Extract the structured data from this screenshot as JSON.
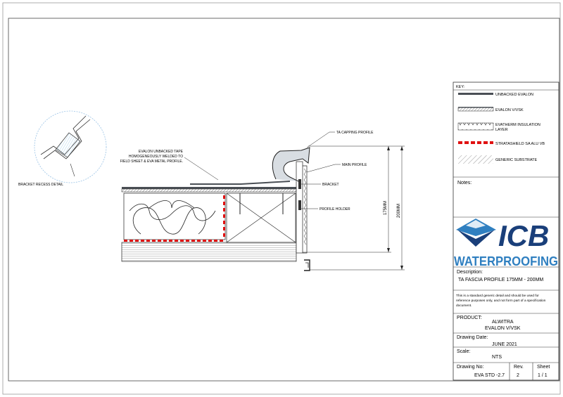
{
  "key": {
    "title": "KEY:",
    "items": [
      {
        "label": "UNBACKED EVALON"
      },
      {
        "label": "EVALON V/VSK"
      },
      {
        "label": "EVATHERM INSULATION",
        "label2": "LAYER"
      },
      {
        "label": "STRATASHIELD SA ALU VB"
      },
      {
        "label": "GENERIC SUBSTRATE"
      }
    ]
  },
  "notes_label": "Notes:",
  "logo": {
    "text": "ICB",
    "subtitle": "WATERPROOFING"
  },
  "description": {
    "label": "Description:",
    "value": "TA FASCIA PROFILE 175MM - 200MM"
  },
  "disclaimer": {
    "line1": "This is a standard generic detail and should be used for",
    "line2": "reference purposes only, and not form part of a specification",
    "line3": "document."
  },
  "product": {
    "label": "PRODUCT:",
    "line1": "ALWITRA",
    "line2": "EVALON V/VSK"
  },
  "drawing_date": {
    "label": "Drawing Date:",
    "value": "JUNE 2021"
  },
  "scale": {
    "label": "Scale:",
    "value": "NTS"
  },
  "drawing_no": {
    "label": "Drawing No:",
    "value": "EVA STD -2.7"
  },
  "rev": {
    "label": "Rev.",
    "value": "2"
  },
  "sheet": {
    "label": "Sheet",
    "value": "1 / 1"
  },
  "annotations": {
    "ta_capping": "TA CAPPING PROFILE",
    "main_profile": "MAIN PROFILE",
    "bracket": "BRACKET",
    "profile_holder": "PROFILE HOLDER",
    "tape_line1": "EVALON UNBACKED TAPE",
    "tape_line2": "HOMOGENEOUSLY WELDED TO",
    "tape_line3": "FIELD SHEET & EVA METAL PROFILE.",
    "recess": "BRACKET RECESS DETAIL",
    "dim_175": "175MM",
    "dim_200": "200MM"
  },
  "colors": {
    "logo_blue": "#1a3f7a",
    "logo_accent": "#2f7fc0",
    "vb_red": "#e01010",
    "evalon": "#4a4f55"
  }
}
